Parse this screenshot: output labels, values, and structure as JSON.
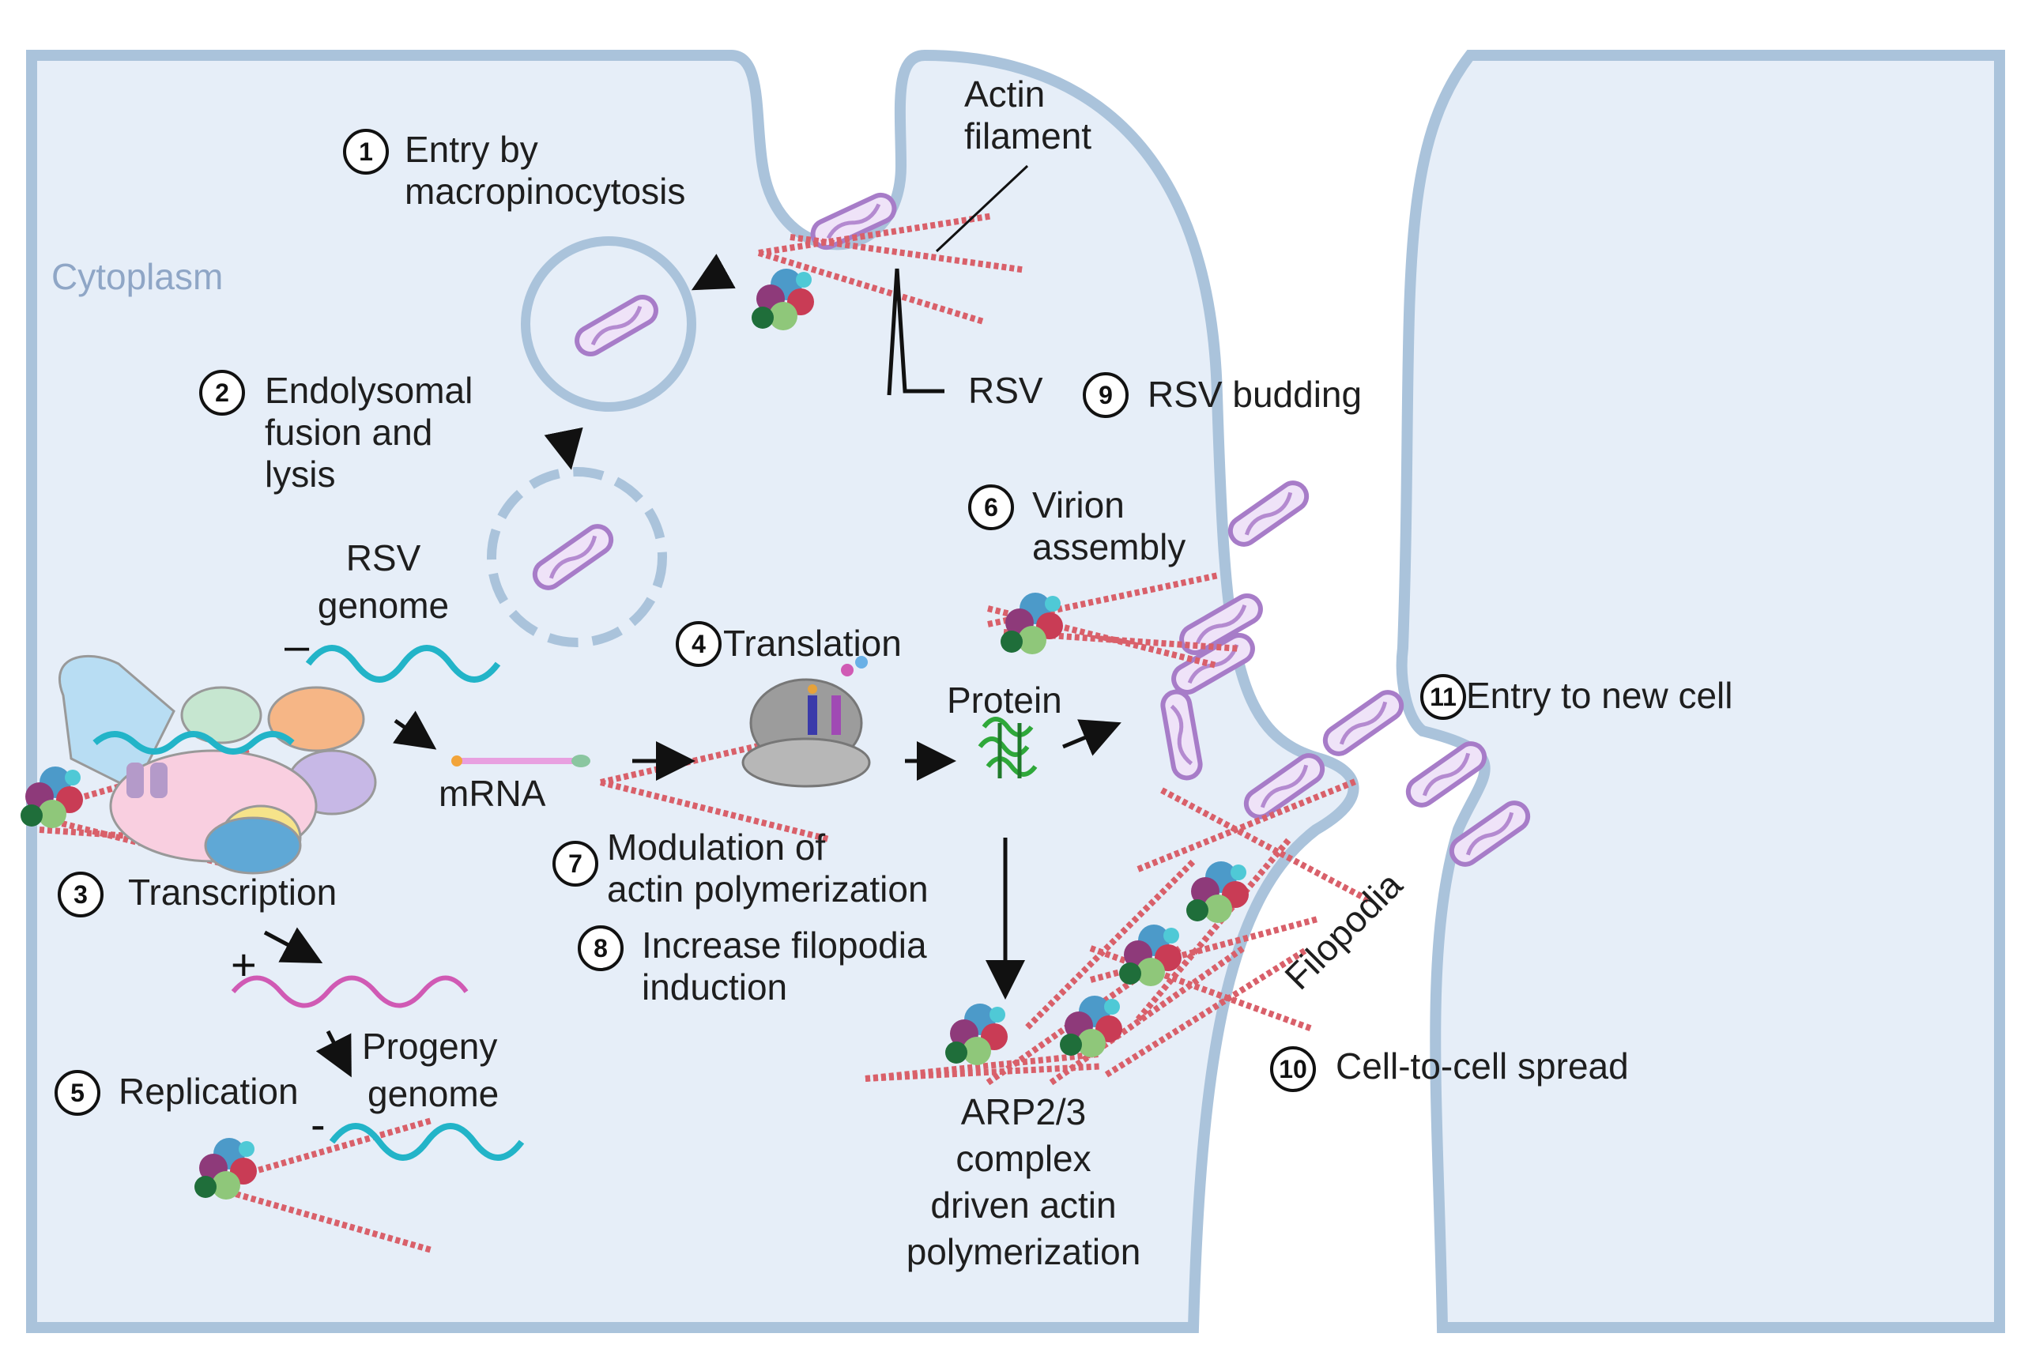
{
  "cytoplasm": "Cytoplasm",
  "actin_filament": [
    "Actin",
    "filament"
  ],
  "steps": [
    {
      "n": "1",
      "lines": [
        "Entry by",
        "macropinocytosis"
      ]
    },
    {
      "n": "2",
      "lines": [
        "Endolysomal",
        "fusion and",
        "lysis"
      ]
    },
    {
      "n": "3",
      "lines": [
        "Transcription"
      ]
    },
    {
      "n": "4",
      "lines": [
        "Translation"
      ]
    },
    {
      "n": "5",
      "lines": [
        "Replication"
      ]
    },
    {
      "n": "6",
      "lines": [
        "Virion",
        "assembly"
      ]
    },
    {
      "n": "7",
      "lines": [
        "Modulation of",
        "actin polymerization"
      ]
    },
    {
      "n": "8",
      "lines": [
        "Increase filopodia",
        "induction"
      ]
    },
    {
      "n": "9",
      "lines": [
        "RSV budding"
      ]
    },
    {
      "n": "10",
      "lines": [
        "Cell-to-cell spread"
      ]
    },
    {
      "n": "11",
      "lines": [
        "Entry to new cell"
      ]
    }
  ],
  "rsv_label": "RSV",
  "rsv_genome": [
    "RSV",
    "genome"
  ],
  "mrna": "mRNA",
  "protein": "Protein",
  "progeny_genome": [
    "Progeny",
    "genome"
  ],
  "arp": [
    "ARP2/3",
    "complex",
    "driven actin",
    "polymerization"
  ],
  "filopodia": "Filopodia",
  "signs": {
    "minus": "–",
    "plus": "+",
    "minus2": "-"
  },
  "colors": {
    "cell": "#e6eef8",
    "membrane": "#aac3db",
    "actin": "#d9606a",
    "virion": "#b28bcf",
    "genome_neg": "#22b4c8",
    "genome_pos": "#d05ab4"
  }
}
